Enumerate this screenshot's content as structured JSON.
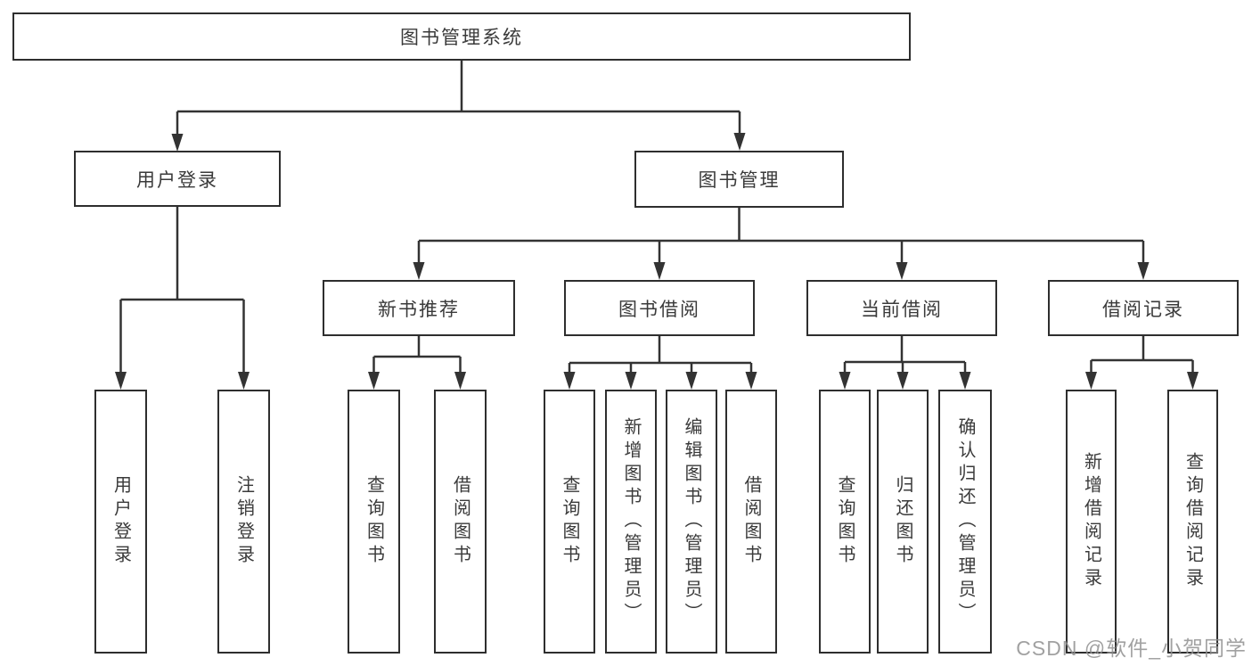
{
  "tree": {
    "label": "图书管理系统",
    "children": [
      {
        "label": "用户登录",
        "children": [
          {
            "label": "用户登录"
          },
          {
            "label": "注销登录"
          }
        ]
      },
      {
        "label": "图书管理",
        "children": [
          {
            "label": "新书推荐",
            "children": [
              {
                "label": "查询图书"
              },
              {
                "label": "借阅图书"
              }
            ]
          },
          {
            "label": "图书借阅",
            "children": [
              {
                "label": "查询图书"
              },
              {
                "label": "新增图书（管理员）"
              },
              {
                "label": "编辑图书（管理员）"
              },
              {
                "label": "借阅图书"
              }
            ]
          },
          {
            "label": "当前借阅",
            "children": [
              {
                "label": "查询图书"
              },
              {
                "label": "归还图书"
              },
              {
                "label": "确认归还（管理员）"
              }
            ]
          },
          {
            "label": "借阅记录",
            "children": [
              {
                "label": "新增借阅记录"
              },
              {
                "label": "查询借阅记录"
              }
            ]
          }
        ]
      }
    ]
  },
  "watermark": "CSDN @软件_小贺同学",
  "colors": {
    "line": "#333333",
    "box_border": "#2e2e2e",
    "text": "#3a3a3a",
    "background": "#ffffff",
    "watermark": "#919191"
  }
}
